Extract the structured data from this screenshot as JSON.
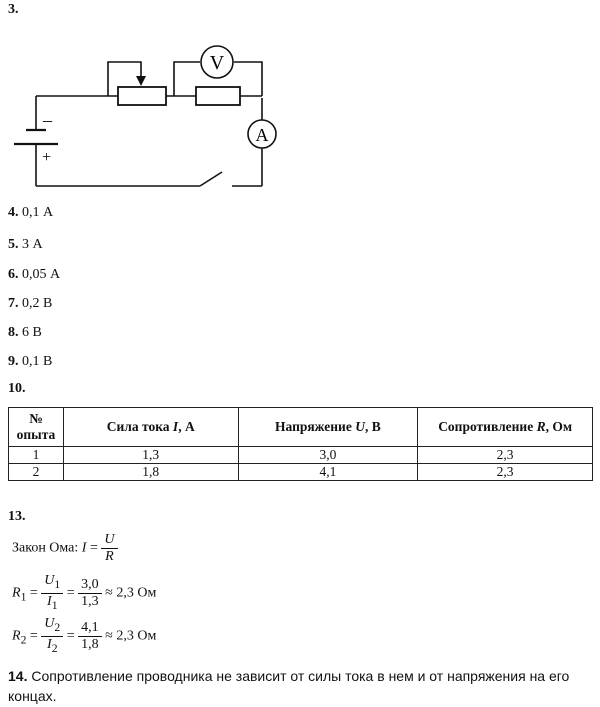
{
  "items": {
    "i3": {
      "num": "3."
    },
    "i4": {
      "num": "4.",
      "text": " 0,1 А"
    },
    "i5": {
      "num": "5.",
      "text": " 3 А"
    },
    "i6": {
      "num": "6.",
      "text": " 0,05 А"
    },
    "i7": {
      "num": "7.",
      "text": " 0,2 В"
    },
    "i8": {
      "num": "8.",
      "text": " 6 В"
    },
    "i9": {
      "num": "9.",
      "text": " 0,1 В"
    },
    "i10": {
      "num": "10."
    },
    "i13": {
      "num": "13."
    },
    "i14": {
      "num": "14.",
      "text": " Сопротивление проводника не зависит от силы тока в нем и от напряжения на его",
      "text2": "концах."
    }
  },
  "circuit": {
    "voltmeter": "V",
    "ammeter": "A",
    "minus": "–",
    "plus": "+"
  },
  "table": {
    "headers": [
      {
        "line1": "№",
        "line2": "опыта"
      },
      {
        "pre": "Сила тока ",
        "var": "I",
        "post": ", А"
      },
      {
        "pre": "Напряжение ",
        "var": "U",
        "post": ", В"
      },
      {
        "pre": "Сопротивление ",
        "var": "R",
        "post": ", Ом"
      }
    ],
    "rows": [
      [
        "1",
        "1,3",
        "3,0",
        "2,3"
      ],
      [
        "2",
        "1,8",
        "4,1",
        "2,3"
      ]
    ]
  },
  "ohm": {
    "label": "Закон Ома: ",
    "lhs": "I",
    "eq": " = ",
    "num": "U",
    "den": "R"
  },
  "r1": {
    "lhs": "R",
    "lhs_sub": "1",
    "eq": " = ",
    "num": "U",
    "num_sub": "1",
    "den": "I",
    "den_sub": "1",
    "num_val": "3,0",
    "den_val": "1,3",
    "approx": " ≈ 2,3 Ом"
  },
  "r2": {
    "lhs": "R",
    "lhs_sub": "2",
    "eq": " = ",
    "num": "U",
    "num_sub": "2",
    "den": "I",
    "den_sub": "2",
    "num_val": "4,1",
    "den_val": "1,8",
    "approx": " ≈ 2,3 Ом"
  }
}
